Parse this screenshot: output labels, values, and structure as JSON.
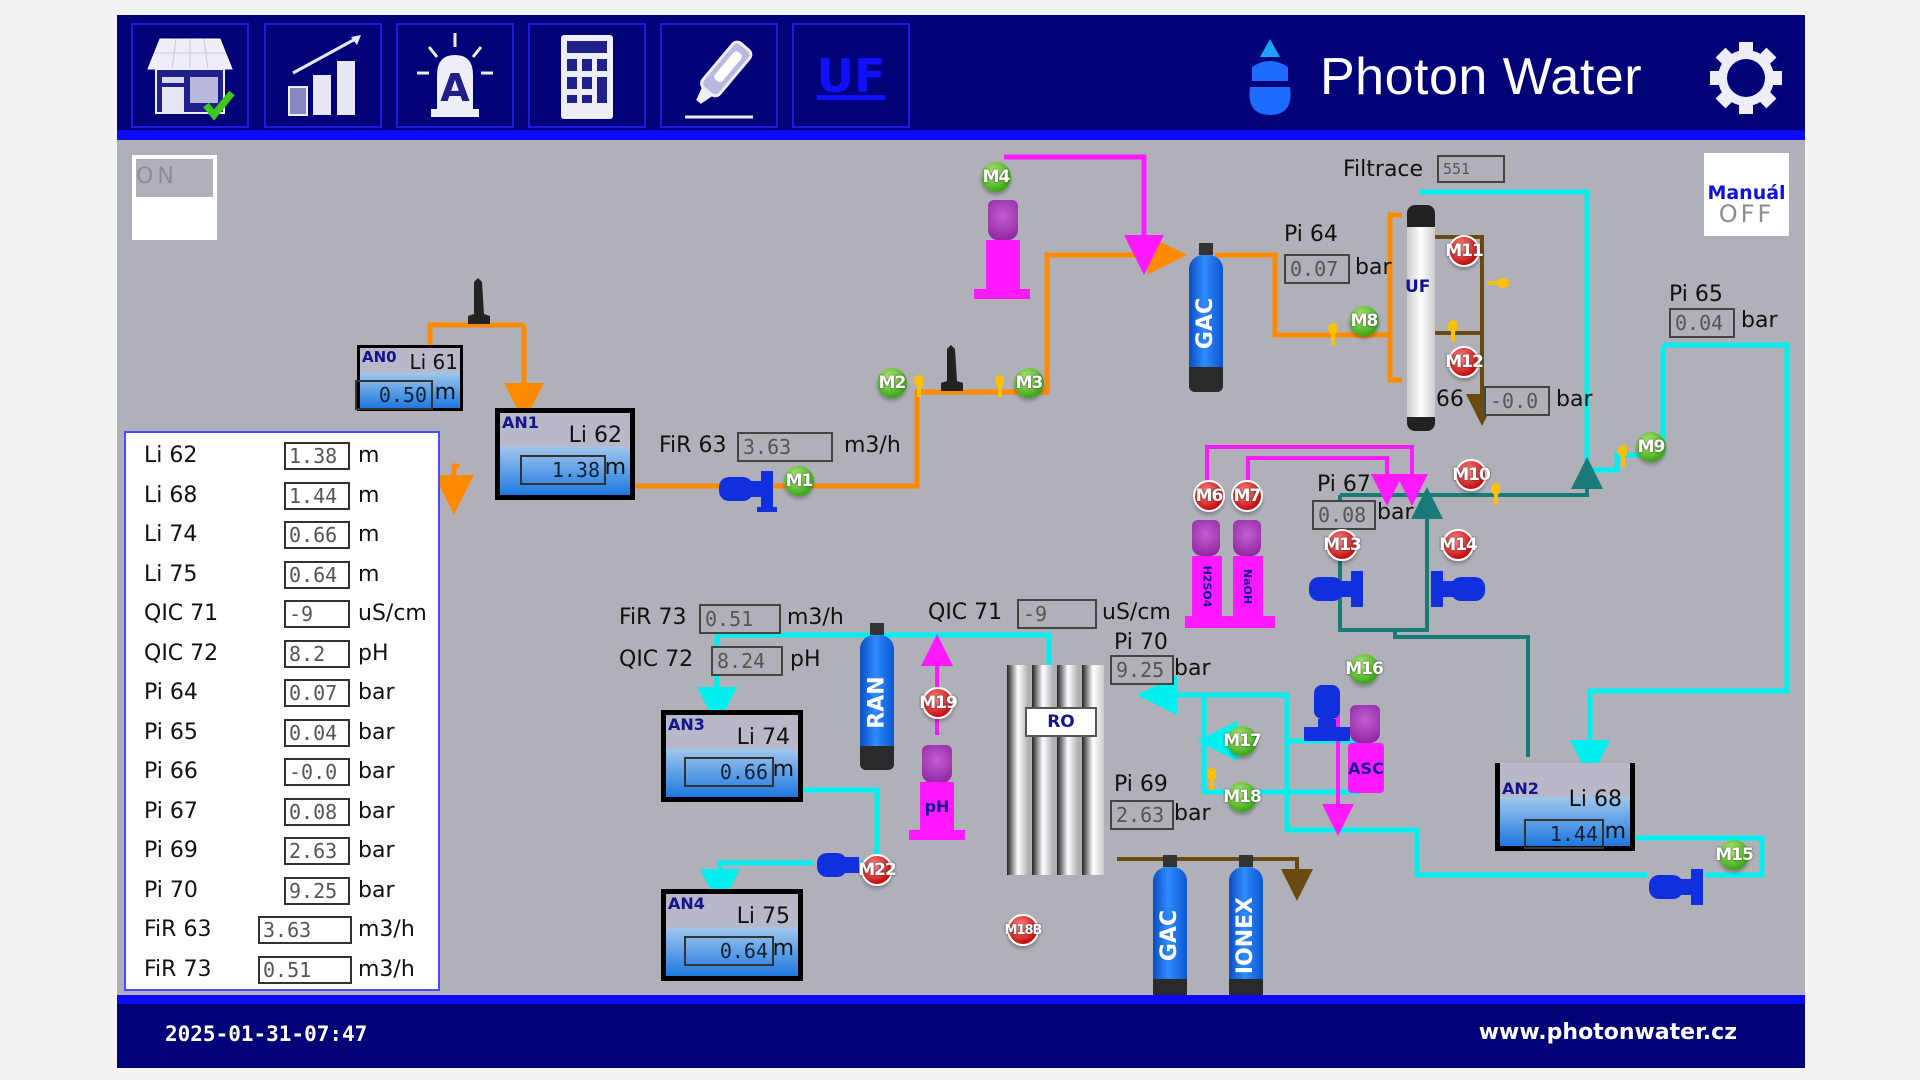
{
  "header": {
    "nav_buttons": [
      {
        "name": "overview",
        "icon": "house-check-icon"
      },
      {
        "name": "trends",
        "icon": "bar-chart-trend-icon"
      },
      {
        "name": "alarms",
        "icon": "alarm-beacon-icon"
      },
      {
        "name": "calculator",
        "icon": "calculator-icon"
      },
      {
        "name": "edit",
        "icon": "marker-pen-icon"
      },
      {
        "name": "uf",
        "label": "UF"
      }
    ],
    "brand": "Photon Water",
    "settings_icon": "gear-icon"
  },
  "controls": {
    "power_label": "ON",
    "manual_label": "Manuál",
    "manual_state": "OFF"
  },
  "summary_table": [
    {
      "name": "Li 62",
      "value": "1.38",
      "unit": "m"
    },
    {
      "name": "Li 68",
      "value": "1.44",
      "unit": "m"
    },
    {
      "name": "Li 74",
      "value": "0.66",
      "unit": "m"
    },
    {
      "name": "Li 75",
      "value": "0.64",
      "unit": "m"
    },
    {
      "name": "QIC 71",
      "value": "-9",
      "unit": "uS/cm"
    },
    {
      "name": "QIC 72",
      "value": "8.2",
      "unit": "pH"
    },
    {
      "name": "Pi 64",
      "value": "0.07",
      "unit": "bar"
    },
    {
      "name": "Pi 65",
      "value": "0.04",
      "unit": "bar"
    },
    {
      "name": "Pi 66",
      "value": "-0.0",
      "unit": "bar"
    },
    {
      "name": "Pi 67",
      "value": "0.08",
      "unit": "bar"
    },
    {
      "name": "Pi 69",
      "value": "2.63",
      "unit": "bar"
    },
    {
      "name": "Pi 70",
      "value": "9.25",
      "unit": "bar"
    },
    {
      "name": "FiR 63",
      "value": "3.63",
      "unit": "m3/h"
    },
    {
      "name": "FiR 73",
      "value": "0.51",
      "unit": "m3/h"
    }
  ],
  "tanks": {
    "an0": {
      "id": "AN0",
      "name": "Li 61",
      "value": "0.50",
      "unit": "m"
    },
    "an1": {
      "id": "AN1",
      "name": "Li 62",
      "value": "1.38",
      "unit": "m"
    },
    "an2": {
      "id": "AN2",
      "name": "Li 68",
      "value": "1.44",
      "unit": "m"
    },
    "an3": {
      "id": "AN3",
      "name": "Li 74",
      "value": "0.66",
      "unit": "m"
    },
    "an4": {
      "id": "AN4",
      "name": "Li 75",
      "value": "0.64",
      "unit": "m"
    }
  },
  "instruments": {
    "fir63": {
      "name": "FiR 63",
      "value": "3.63",
      "unit": "m3/h"
    },
    "fir73": {
      "name": "FiR 73",
      "value": "0.51",
      "unit": "m3/h"
    },
    "qic71": {
      "name": "QIC 71",
      "value": "-9",
      "unit": "uS/cm"
    },
    "qic72": {
      "name": "QIC 72",
      "value": "8.24",
      "unit": "pH"
    },
    "pi64": {
      "name": "Pi 64",
      "value": "0.07",
      "unit": "bar"
    },
    "pi65": {
      "name": "Pi 65",
      "value": "0.04",
      "unit": "bar"
    },
    "pi66": {
      "name": "Pi 66",
      "value": "-0.0",
      "unit": "bar"
    },
    "pi67": {
      "name": "Pi 67",
      "value": "0.08",
      "unit": "bar"
    },
    "pi69": {
      "name": "Pi 69",
      "value": "2.63",
      "unit": "bar"
    },
    "pi70": {
      "name": "Pi 70",
      "value": "9.25",
      "unit": "bar"
    },
    "filtrace": {
      "name": "Filtrace",
      "value": "551"
    }
  },
  "equipment": {
    "gac1": "GAC",
    "gac2": "GAC",
    "ionex": "IONEX",
    "ran": "RAN",
    "uf": "UF",
    "ro": "RO",
    "ph_tank": "pH",
    "asc_tank": "ASC",
    "h2so4_tank": "H2SO4",
    "naoh_tank": "NaOH"
  },
  "motors": [
    {
      "id": "M1",
      "state": "on"
    },
    {
      "id": "M2",
      "state": "on"
    },
    {
      "id": "M3",
      "state": "on"
    },
    {
      "id": "M4",
      "state": "on"
    },
    {
      "id": "M6",
      "state": "off"
    },
    {
      "id": "M7",
      "state": "off"
    },
    {
      "id": "M8",
      "state": "on"
    },
    {
      "id": "M9",
      "state": "on"
    },
    {
      "id": "M10",
      "state": "off"
    },
    {
      "id": "M11",
      "state": "off"
    },
    {
      "id": "M12",
      "state": "off"
    },
    {
      "id": "M13",
      "state": "off"
    },
    {
      "id": "M14",
      "state": "off"
    },
    {
      "id": "M15",
      "state": "on"
    },
    {
      "id": "M16",
      "state": "on"
    },
    {
      "id": "M17",
      "state": "on"
    },
    {
      "id": "M18",
      "state": "on"
    },
    {
      "id": "M18B",
      "state": "off"
    },
    {
      "id": "M19",
      "state": "off"
    },
    {
      "id": "M22",
      "state": "off"
    }
  ],
  "colors": {
    "header_bg": "#020278",
    "accent_blue": "#0a0af5",
    "canvas_bg": "#b0b0b8",
    "pipe_raw": "#ff8a00",
    "pipe_clean": "#00f0f0",
    "pipe_chem": "#ff19ff",
    "pipe_cip": "#1a7a78",
    "pipe_waste": "#6b4a10",
    "motor_on": "#3ea81a",
    "motor_off": "#c81010"
  },
  "footer": {
    "timestamp": "2025-01-31-07:47",
    "website": "www.photonwater.cz"
  }
}
